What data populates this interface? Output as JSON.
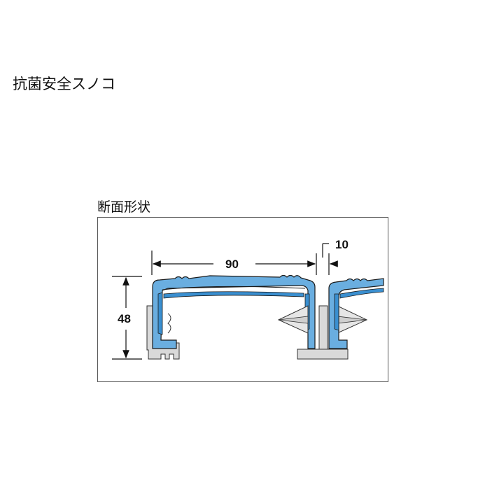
{
  "title": "抗菌安全スノコ",
  "section": {
    "label": "断面形状"
  },
  "diagram": {
    "dimensions": {
      "width": "90",
      "gap": "10",
      "height": "48"
    },
    "colors": {
      "profile_fill": "#6aaee0",
      "profile_dark": "#3a8fd0",
      "outline": "#1a1a1a",
      "base_gray": "#d9d9d9"
    }
  }
}
